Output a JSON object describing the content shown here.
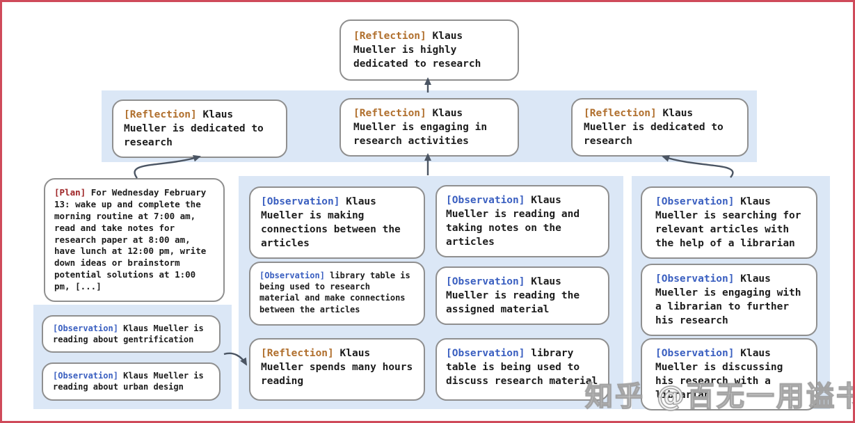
{
  "colors": {
    "frame_border": "#cf4a5a",
    "panel_bg": "#dbe7f6",
    "node_border": "#8f8f8f",
    "node_bg": "#ffffff",
    "text": "#1c1c1c",
    "reflection_label": "#b06f2d",
    "observation_label": "#3a5fc0",
    "plan_label": "#9e2426",
    "arrow": "#4b5563"
  },
  "watermark": {
    "text": "知乎 @百无一用谥书生"
  },
  "nodes": {
    "top": {
      "type": "reflection",
      "label": "[Reflection]",
      "text": "Klaus Mueller is highly dedicated to research"
    },
    "row2_left": {
      "type": "reflection",
      "label": "[Reflection]",
      "text": "Klaus Mueller is dedicated to research"
    },
    "row2_mid": {
      "type": "reflection",
      "label": "[Reflection]",
      "text": "Klaus Mueller is engaging in research activities"
    },
    "row2_right": {
      "type": "reflection",
      "label": "[Reflection]",
      "text": "Klaus Mueller is dedicated to research"
    },
    "plan": {
      "type": "plan",
      "label": "[Plan]",
      "text": "For Wednesday February 13: wake up and complete the morning routine at 7:00 am, read and take notes for research paper at 8:00 am, have lunch at 12:00 pm, write down ideas or brainstorm potential solutions at 1:00 pm, [...]"
    },
    "left_obs1": {
      "type": "observation",
      "label": "[Observation]",
      "text": "Klaus Mueller is reading about gentrification"
    },
    "left_obs2": {
      "type": "observation",
      "label": "[Observation]",
      "text": "Klaus Mueller is reading about urban design"
    },
    "mid_a1": {
      "type": "observation",
      "label": "[Observation]",
      "text": "Klaus Mueller is making connections between the articles"
    },
    "mid_a2": {
      "type": "observation",
      "label": "[Observation]",
      "text": "library table is being used to research material and make connections between the articles"
    },
    "mid_a3": {
      "type": "reflection",
      "label": "[Reflection]",
      "text": "Klaus Mueller spends many hours reading"
    },
    "mid_b1": {
      "type": "observation",
      "label": "[Observation]",
      "text": "Klaus Mueller is reading and taking notes on the articles"
    },
    "mid_b2": {
      "type": "observation",
      "label": "[Observation]",
      "text": "Klaus Mueller is reading the assigned material"
    },
    "mid_b3": {
      "type": "observation",
      "label": "[Observation]",
      "text": "library table is being used to discuss research material"
    },
    "right_1": {
      "type": "observation",
      "label": "[Observation]",
      "text": "Klaus Mueller is searching for relevant articles with the help of a librarian"
    },
    "right_2": {
      "type": "observation",
      "label": "[Observation]",
      "text": "Klaus Mueller is engaging with a librarian to further his research"
    },
    "right_3": {
      "type": "observation",
      "label": "[Observation]",
      "text": "Klaus Mueller is discussing his research with a librarian"
    }
  }
}
